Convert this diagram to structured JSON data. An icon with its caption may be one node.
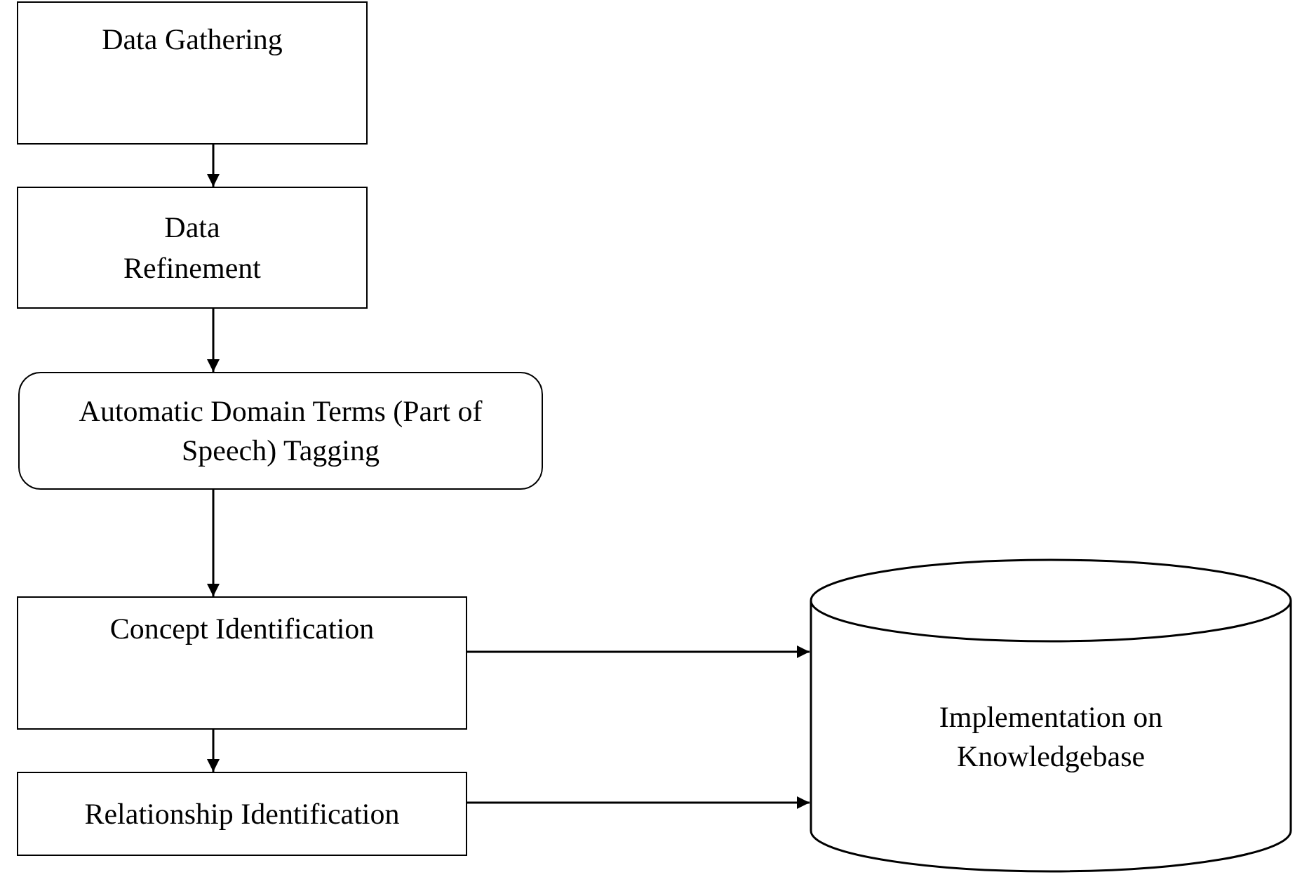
{
  "diagram": {
    "nodes": [
      {
        "text": [
          "Data Gathering"
        ]
      },
      {
        "text": [
          "Data Refinement"
        ]
      },
      {
        "text": [
          "Automatic Domain Terms (Part of Speech) Tagging"
        ]
      },
      {
        "text": [
          "Concept Identification"
        ]
      },
      {
        "text": [
          "Relationship Identification"
        ]
      },
      {
        "text": [
          "Implementation on Knowledgebase"
        ]
      }
    ],
    "edges": [
      {
        "from": 0,
        "to": 1,
        "arrow": "to"
      },
      {
        "from": 1,
        "to": 2,
        "arrow": "to"
      },
      {
        "from": 2,
        "to": 3,
        "arrow": "to"
      },
      {
        "from": 3,
        "to": 4,
        "arrow": "to"
      },
      {
        "from": 3,
        "to": 5,
        "arrow": "to"
      },
      {
        "from": 4,
        "to": 5,
        "arrow": "to"
      }
    ]
  }
}
